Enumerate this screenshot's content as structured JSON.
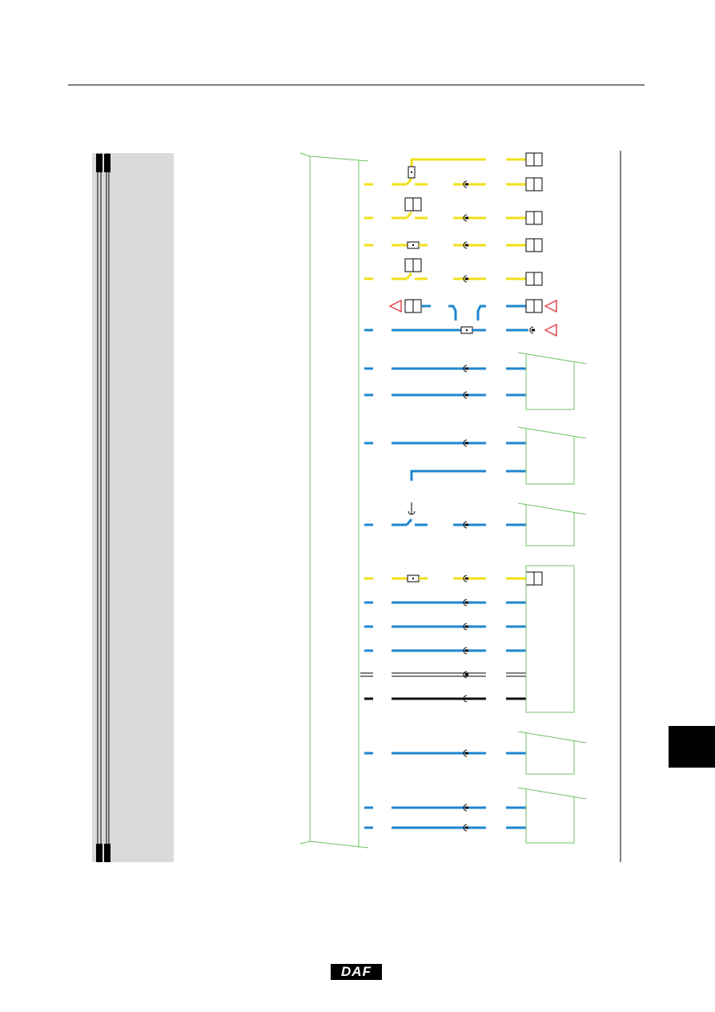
{
  "page": {
    "logo_text": "DAF"
  },
  "colors": {
    "yellow_wire": "#f2e01a",
    "blue_wire": "#1f86d0",
    "black_wire": "#111111",
    "frame_green": "#6cc060",
    "marker_red": "#e0202a",
    "panel_gray": "#dadada"
  },
  "wires": [
    {
      "color": "yellow",
      "type": "top-feed"
    },
    {
      "color": "yellow",
      "type": "switch-fuse"
    },
    {
      "color": "yellow",
      "type": "switch-connector"
    },
    {
      "color": "yellow",
      "type": "fuse"
    },
    {
      "color": "yellow",
      "type": "switch-connector"
    },
    {
      "color": "blue",
      "type": "crossover"
    },
    {
      "color": "blue",
      "type": "crossover-fuse"
    },
    {
      "color": "blue",
      "type": "plain"
    },
    {
      "color": "blue",
      "type": "plain"
    },
    {
      "color": "blue",
      "type": "plain"
    },
    {
      "color": "blue",
      "type": "feed"
    },
    {
      "color": "blue",
      "type": "switch"
    },
    {
      "color": "yellow",
      "type": "fuse"
    },
    {
      "color": "blue",
      "type": "plain"
    },
    {
      "color": "blue",
      "type": "plain"
    },
    {
      "color": "blue",
      "type": "plain"
    },
    {
      "color": "white",
      "type": "double"
    },
    {
      "color": "black",
      "type": "plain"
    },
    {
      "color": "blue",
      "type": "plain"
    },
    {
      "color": "blue",
      "type": "plain"
    },
    {
      "color": "blue",
      "type": "plain"
    }
  ]
}
